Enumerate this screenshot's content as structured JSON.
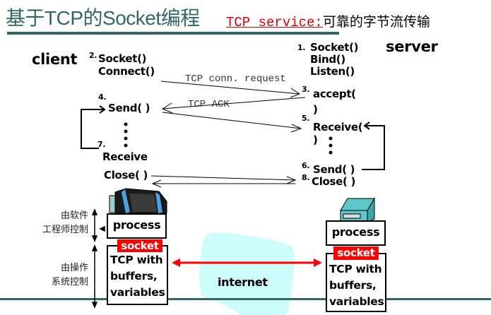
{
  "header": {
    "title_parts": [
      "基于",
      "TCP",
      "的",
      "Socket",
      "编程"
    ],
    "service_label": "TCP service:",
    "service_desc": "可靠的字节流传输"
  },
  "client": {
    "role": "client",
    "steps": [
      {
        "num": "2.",
        "lines": [
          "Socket()",
          "Connect()"
        ]
      },
      {
        "num": "4.",
        "lines": [
          "Send( )"
        ]
      },
      {
        "num": "7.",
        "lines": [
          "Receive"
        ]
      },
      {
        "num": "",
        "lines": [
          "Close( )"
        ]
      }
    ]
  },
  "server": {
    "role": "server",
    "steps": [
      {
        "num": "1.",
        "lines": [
          "Socket()",
          "Bind()",
          "Listen()"
        ]
      },
      {
        "num": "3.",
        "lines": [
          "accept(",
          ")"
        ]
      },
      {
        "num": "5.",
        "lines": [
          "Receive(",
          ")"
        ]
      },
      {
        "num": "6.",
        "lines": [
          "Send( )"
        ]
      },
      {
        "num": "8.",
        "lines": [
          "Close( )"
        ]
      }
    ]
  },
  "messages": {
    "conn_request": "TCP conn. request",
    "ack": "TCP ACK"
  },
  "stack": {
    "process": "process",
    "socket": "socket",
    "tcp_lines": [
      "TCP with",
      "buffers,",
      "variables"
    ],
    "internet": "internet"
  },
  "control_labels": {
    "software": [
      "由软件",
      "工程师控制"
    ],
    "os": [
      "由操作",
      "系统控制"
    ]
  },
  "colors": {
    "title": "#336666",
    "accent_red": "#ff0000",
    "cloud": "#ccfcfc",
    "rule": "#336666"
  }
}
